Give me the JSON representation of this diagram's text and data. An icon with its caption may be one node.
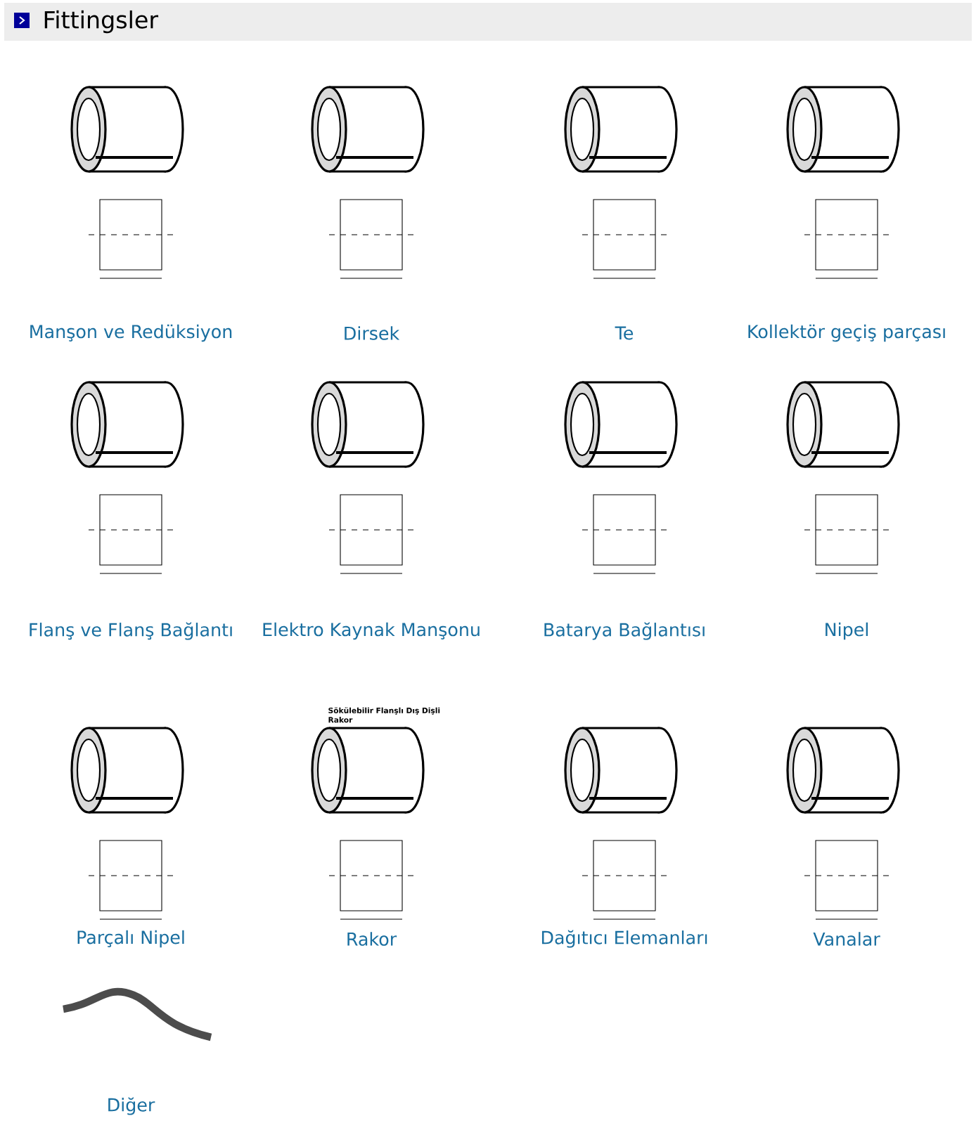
{
  "diagram": {
    "title": "Fittingsler",
    "labels": [
      "Manşon ve Redüksiyon",
      "Dirsek",
      "Te",
      "Kollektör geçiş parçası",
      "Flanş ve Flanş Bağlantı",
      "Elektro Kaynak Manşonu",
      "Batarya Bağlantısı",
      "Nipel",
      "Sökülebilir Flanşlı Dış Dişli Rakor",
      "Parçalı Nipel",
      "Rakor",
      "Dağıtıcı Elemanları",
      "Vanalar",
      "Diğer"
    ]
  }
}
